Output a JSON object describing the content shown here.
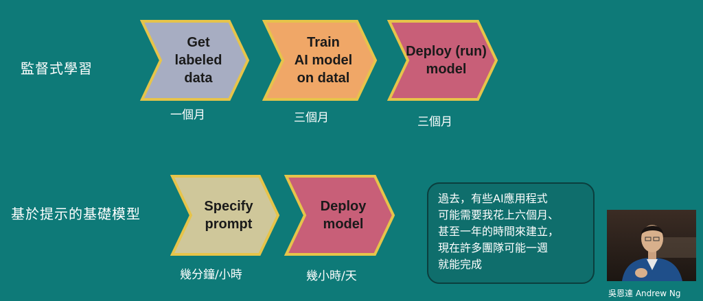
{
  "rows": {
    "supervised": {
      "label": "監督式學習",
      "steps": [
        {
          "text": "Get\nlabeled\ndata",
          "color": "#a7adc2",
          "duration": "一個月"
        },
        {
          "text": "Train\nAI model\non datal",
          "color": "#f0a767",
          "duration": "三個月"
        },
        {
          "text": "Deploy (run)\nmodel",
          "color": "#c85f78",
          "duration": "三個月"
        }
      ]
    },
    "prompt": {
      "label": "基於提示的基礎模型",
      "steps": [
        {
          "text": "Specify\nprompt",
          "color": "#cfc79a",
          "duration": "幾分鐘/小時"
        },
        {
          "text": "Deploy\nmodel",
          "color": "#c85f78",
          "duration": "幾小時/天"
        }
      ]
    }
  },
  "note": {
    "lines": [
      "過去，有些AI應用程式",
      "可能需要我花上六個月、",
      "甚至一年的時間來建立，",
      "現在許多團隊可能一週",
      "就能完成"
    ]
  },
  "video": {
    "caption": "吳恩達 Andrew Ng"
  },
  "colors": {
    "background": "#0e7a78",
    "chevron_border": "#e6c44a"
  }
}
